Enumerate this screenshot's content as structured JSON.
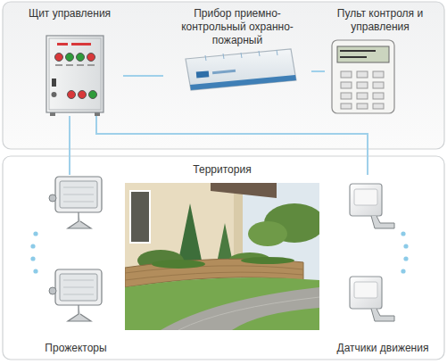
{
  "diagram": {
    "nodes": [
      {
        "text": [
          "Щит управления"
        ]
      },
      {
        "text": [
          "Прибор приемно-контрольный охранно-пожарный"
        ]
      },
      {
        "text": [
          "Пульт контроля и управления"
        ]
      },
      {
        "text": [
          "Территория"
        ]
      },
      {
        "text": [
          "Прожекторы"
        ]
      },
      {
        "text": [
          "Датчики движения"
        ]
      }
    ],
    "edges": [
      {
        "from": 0,
        "to": 1,
        "arrow": "none"
      },
      {
        "from": 1,
        "to": 2,
        "arrow": "none"
      },
      {
        "from": 0,
        "to": 4,
        "arrow": "none"
      },
      {
        "from": 0,
        "to": 5,
        "arrow": "none"
      }
    ]
  }
}
